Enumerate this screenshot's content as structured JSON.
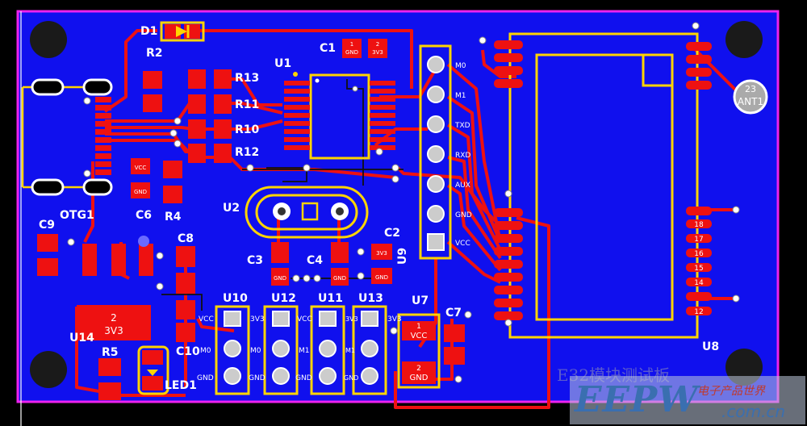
{
  "colors": {
    "board": "#1010ee",
    "copper": "#ee1111",
    "outline": "#ee22ee",
    "silk": "#ffd400",
    "text": "#ffffff",
    "hole": "#1a1a1a"
  },
  "designators": {
    "d1": "D1",
    "r2": "R2",
    "r13": "R13",
    "r11": "R11",
    "r10": "R10",
    "r12": "R12",
    "u1": "U1",
    "c1": "C1",
    "otg1": "OTG1",
    "c6": "C6",
    "r4": "R4",
    "c9": "C9",
    "u2": "U2",
    "c2": "C2",
    "c3": "C3",
    "c4": "C4",
    "c8": "C8",
    "u9": "U9",
    "u10": "U10",
    "u12": "U12",
    "u11": "U11",
    "u13": "U13",
    "u7": "U7",
    "c7": "C7",
    "u14": "U14",
    "r5": "R5",
    "c10": "C10",
    "led1": "LED1",
    "u8": "U8",
    "ant1": "ANT1"
  },
  "pads": {
    "gnd": "GND",
    "v33": "3V3",
    "vcc": "VCC",
    "n1": "1",
    "n2": "2",
    "n23": "23"
  },
  "u9_labels": [
    "M0",
    "M1",
    "TXD",
    "RXD",
    "AUX",
    "GND",
    "VCC"
  ],
  "u8_pins": [
    "18",
    "17",
    "16",
    "15",
    "14",
    "12"
  ],
  "header_labels": {
    "vcc": "VCC",
    "m0": "M0",
    "gnd": "GND",
    "v33": "3V3",
    "m1": "M1"
  },
  "board_title": "E32模块测试板",
  "watermark": {
    "brand": "EEPW",
    "cn": "电子产品世界",
    "url": ".com.cn"
  }
}
